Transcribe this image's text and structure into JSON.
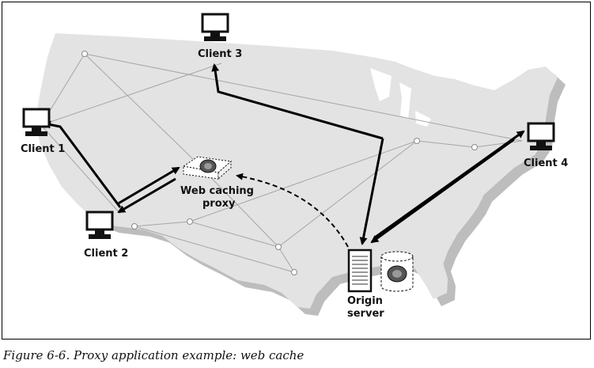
{
  "nodes": {
    "client1": "Client 1",
    "client2": "Client 2",
    "client3": "Client 3",
    "client4": "Client 4",
    "proxy_line1": "Web caching",
    "proxy_line2": "proxy",
    "origin_line1": "Origin",
    "origin_line2": "server"
  },
  "caption": "Figure 6-6. Proxy application example: web cache"
}
